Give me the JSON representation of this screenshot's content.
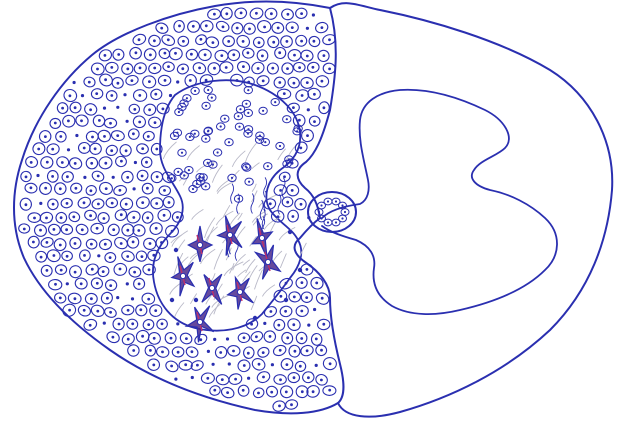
{
  "figure": {
    "kind": "hand-drawn sketch, spinal cord cross-section (half detailed, half outline)",
    "labels": []
  },
  "colors": {
    "paper": "#ffffff",
    "ink": "#2a2fb0",
    "neuron_fill": "#4a2a8c",
    "neuron_accent": "#c0306a",
    "hatch": "#b9b9c8"
  },
  "parts": [
    "left-half-detailed",
    "right-half-outline",
    "central-canal",
    "white-matter-cells",
    "grey-matter-horn",
    "motor-neurons"
  ]
}
